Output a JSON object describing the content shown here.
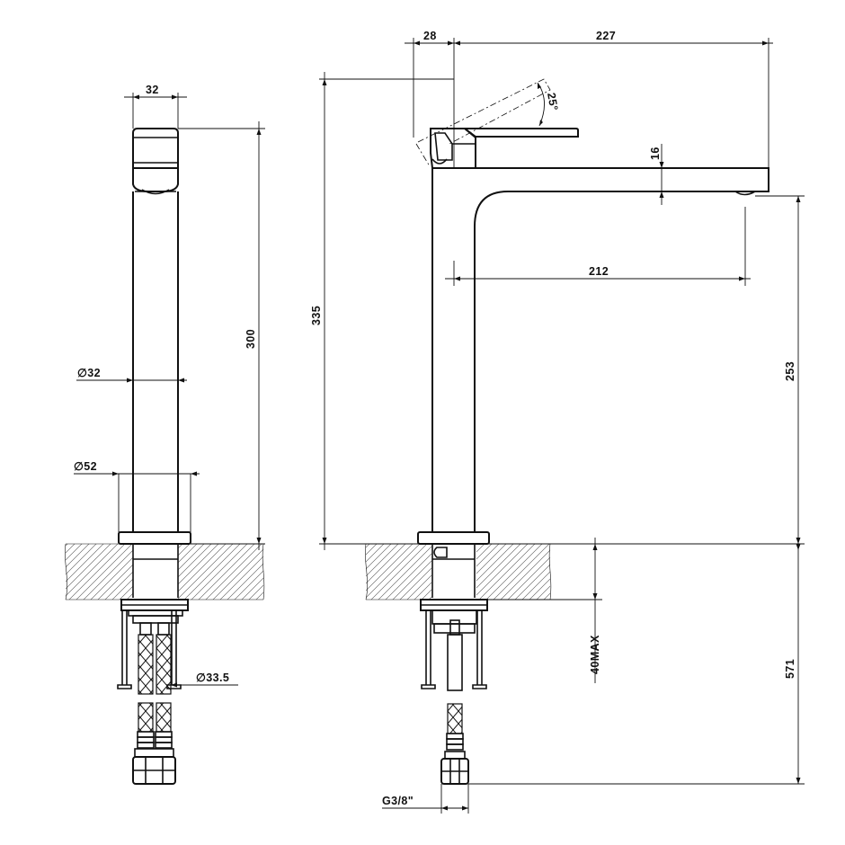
{
  "labels": {
    "side_body_width": "32",
    "side_height": "300",
    "side_diameter_body": "∅32",
    "side_diameter_base": "∅52",
    "side_diameter_hose": "∅33.5",
    "front_handle_offset": "28",
    "front_spout_length": "227",
    "front_lever_angle": "25°",
    "front_spout_thickness": "16",
    "front_reach": "212",
    "front_total_height": "335",
    "front_outlet_height": "253",
    "front_deck_max": "40MAX",
    "front_hose_length": "571",
    "front_thread": "G3/8\""
  },
  "colors": {
    "line": "#111111",
    "background": "#ffffff"
  }
}
